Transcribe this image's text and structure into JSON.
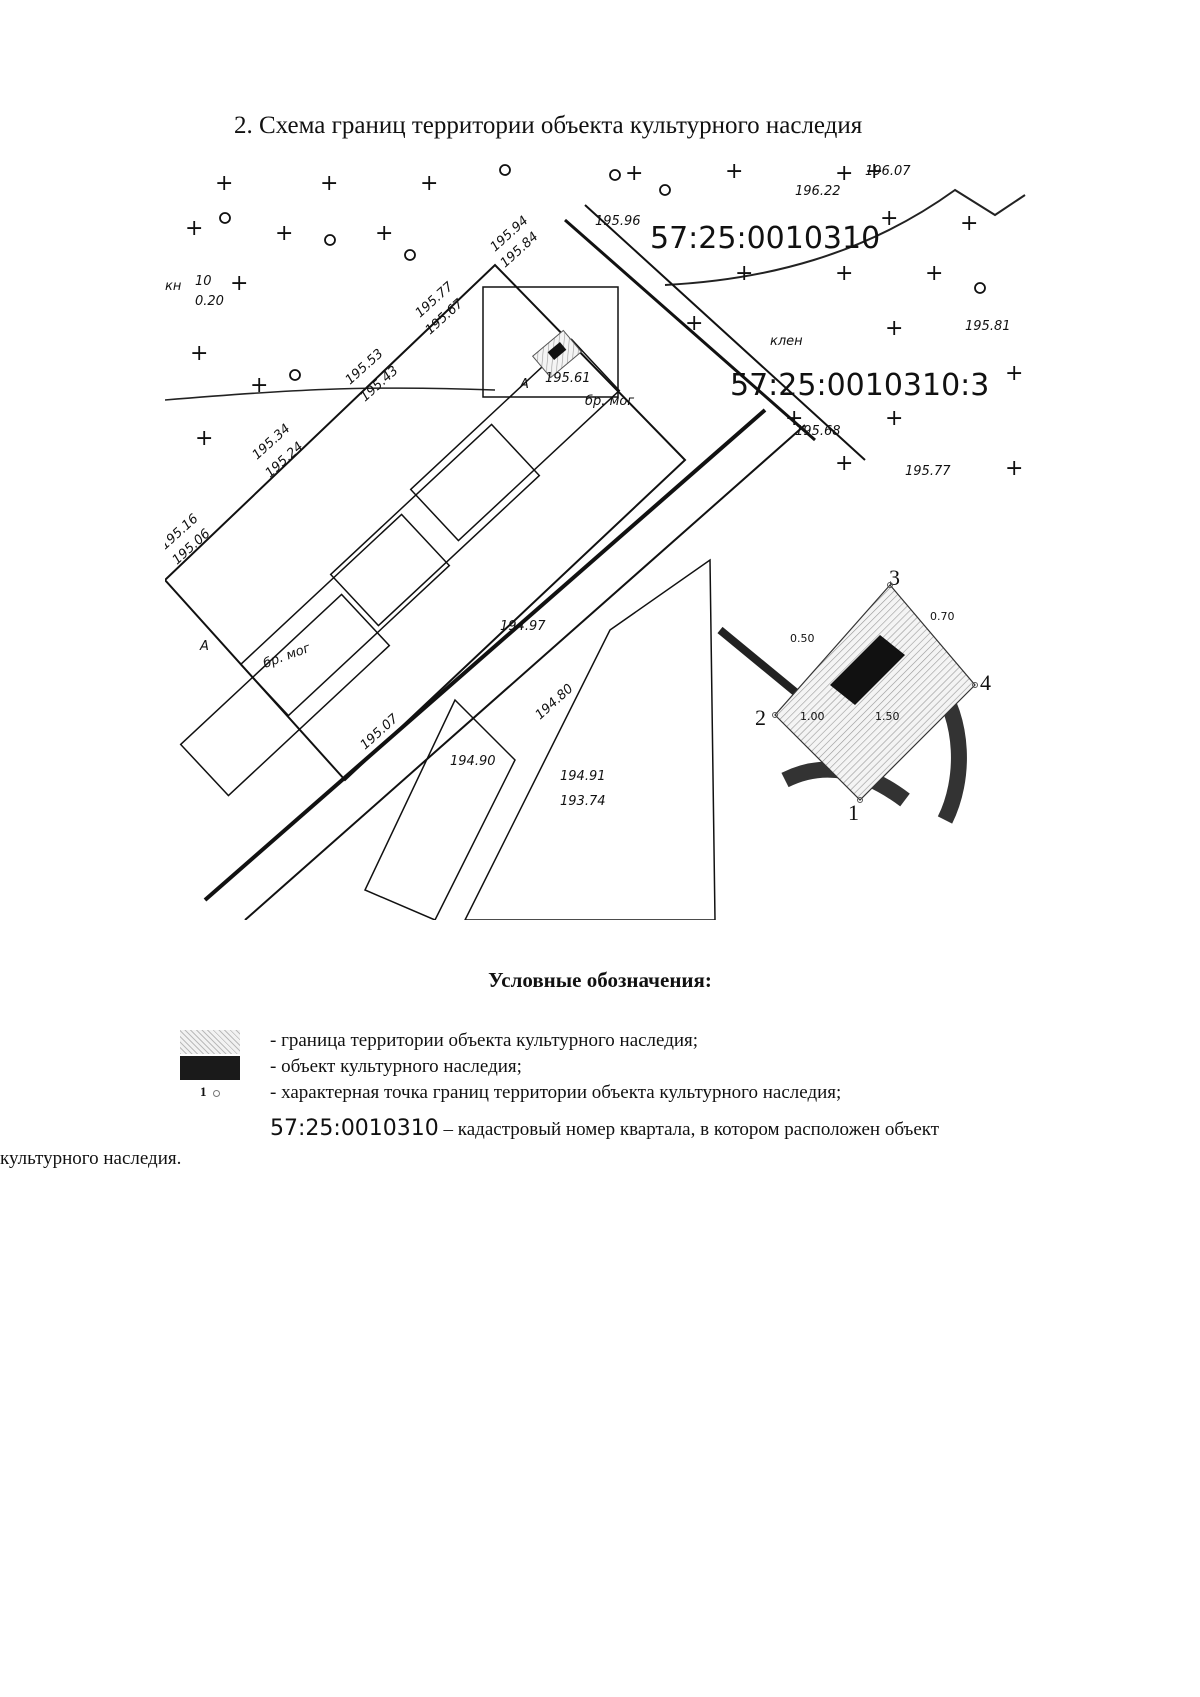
{
  "title": "2. Схема границ территории объекта культурного наследия",
  "map": {
    "cadastral_main": "57:25:0010310",
    "cadastral_parcel": "57:25:0010310:3",
    "elevations": [
      {
        "label": "195.94"
      },
      {
        "label": "195.84"
      },
      {
        "label": "195.77"
      },
      {
        "label": "195.67"
      },
      {
        "label": "195.53"
      },
      {
        "label": "195.43"
      },
      {
        "label": "195.34"
      },
      {
        "label": "195.24"
      },
      {
        "label": "195.16"
      },
      {
        "label": "195.06"
      },
      {
        "label": "195.96"
      },
      {
        "label": "196.07"
      },
      {
        "label": "196.22"
      },
      {
        "label": "195.81"
      },
      {
        "label": "195.68"
      },
      {
        "label": "195.77"
      },
      {
        "label": "195.61"
      },
      {
        "label": "195.07"
      },
      {
        "label": "194.97"
      },
      {
        "label": "194.90"
      },
      {
        "label": "194.91"
      },
      {
        "label": "193.74"
      },
      {
        "label": "194.80"
      }
    ],
    "labels_misc": {
      "kn": "кн",
      "ten": "10",
      "zero20": "0.20",
      "kl": "клен",
      "brmog": "бр. мог",
      "a_label": "А"
    },
    "inset": {
      "points": [
        "1",
        "2",
        "3",
        "4"
      ],
      "dims": [
        "0.70",
        "0.50",
        "1.00",
        "1.50"
      ]
    }
  },
  "legend": {
    "heading": "Условные обозначения:",
    "items": [
      {
        "text": "- граница территории объекта культурного наследия;"
      },
      {
        "text": "- объект культурного наследия;"
      },
      {
        "text": "- характерная точка границ территории объекта культурного наследия;"
      }
    ],
    "point_symbol": "1",
    "kad_number": "57:25:0010310",
    "kad_text": " – кадастровый номер квартала, в котором расположен объект",
    "kad_text_cont": "культурного наследия."
  }
}
